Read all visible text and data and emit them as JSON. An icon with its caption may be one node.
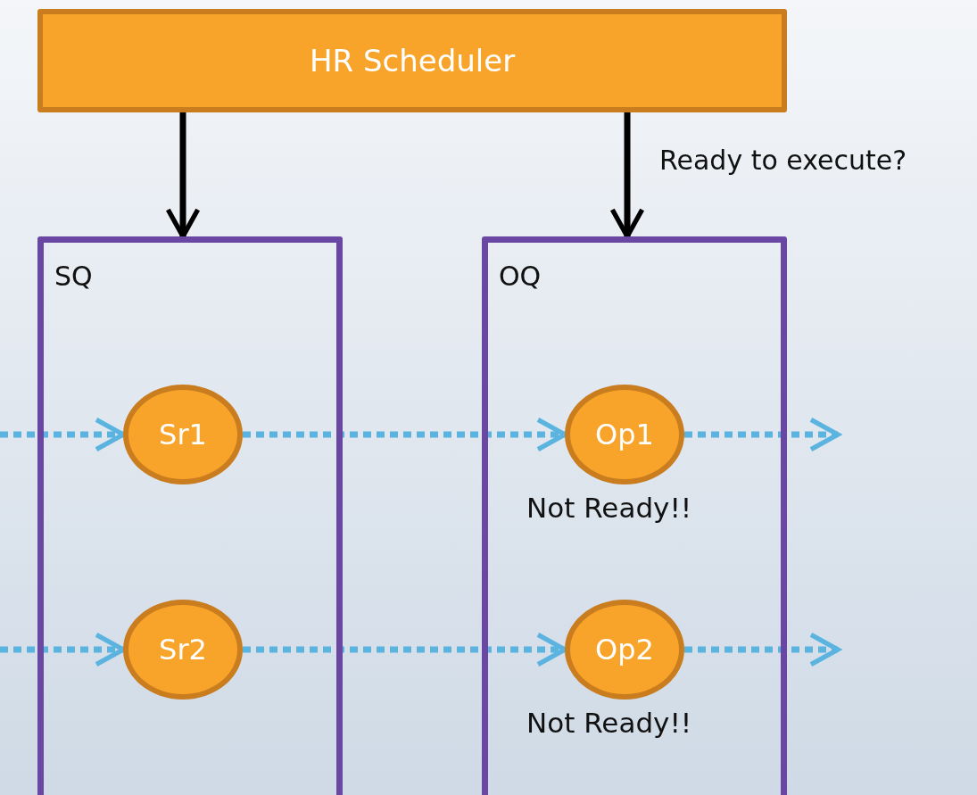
{
  "diagram": {
    "nodes": [
      {
        "text": [
          "HR Scheduler"
        ]
      },
      {
        "text": [
          "SQ"
        ]
      },
      {
        "text": [
          "OQ"
        ]
      },
      {
        "text": [
          "Sr1"
        ],
        "in": 1
      },
      {
        "text": [
          "Sr2"
        ],
        "in": 1
      },
      {
        "text": [
          "Op1"
        ],
        "in": 2,
        "beside": [
          "Not Ready!!"
        ]
      },
      {
        "text": [
          "Op2"
        ],
        "in": 2,
        "beside": [
          "Not Ready!!"
        ]
      }
    ],
    "edges": [
      {
        "from": 0,
        "to": 1,
        "arrow": "to",
        "color": "#000000"
      },
      {
        "from": 0,
        "to": 2,
        "arrow": "to",
        "color": "#000000",
        "label": "Ready to execute?"
      },
      {
        "from": null,
        "to": 3,
        "arrow": "to",
        "style": "dashed"
      },
      {
        "from": 3,
        "to": 5,
        "arrow": "to",
        "style": "dashed"
      },
      {
        "from": 5,
        "to": null,
        "arrow": "to",
        "style": "dashed"
      },
      {
        "from": null,
        "to": 4,
        "arrow": "to",
        "style": "dashed"
      },
      {
        "from": 4,
        "to": 6,
        "arrow": "to",
        "style": "dashed"
      },
      {
        "from": 6,
        "to": null,
        "arrow": "to",
        "style": "dashed"
      }
    ]
  }
}
